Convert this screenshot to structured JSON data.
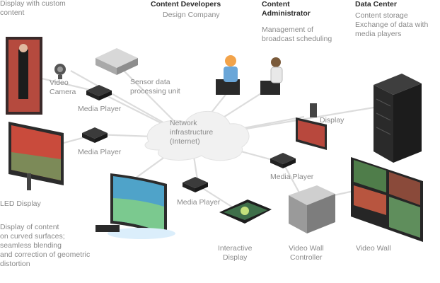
{
  "top_labels": {
    "custom_display": "Display with custom\ncontent",
    "content_developers_title": "Content Developers",
    "content_developers_desc": "Design Company",
    "content_admin_title": "Content\nAdministrator",
    "content_admin_desc": "Management of\nbroadcast scheduling",
    "data_center_title": "Data Center",
    "data_center_desc": "Content storage\nExchange of data with\nmedia players"
  },
  "nodes": {
    "video_camera": "Video\nCamera",
    "sensor_unit": "Sensor data\nprocessing unit",
    "media_player_1": "Media Player",
    "media_player_2": "Media Player",
    "media_player_3": "Media Player",
    "media_player_4": "Media Player",
    "network": "Network\ninfrastructure\n(Internet)",
    "display": "Display",
    "led_display": "LED Display",
    "curved_display_desc": "Display of content\non curved surfaces;\nseamless blending\nand correction of geometric\ndistortion",
    "interactive_display": "Interactive\nDisplay",
    "video_wall_controller": "Video Wall\nController",
    "video_wall": "Video Wall"
  },
  "colors": {
    "line": "#d9d9d9",
    "device": "#2f2f2f",
    "accent_orange": "#f2a34a",
    "accent_blue": "#6aa6d8"
  }
}
